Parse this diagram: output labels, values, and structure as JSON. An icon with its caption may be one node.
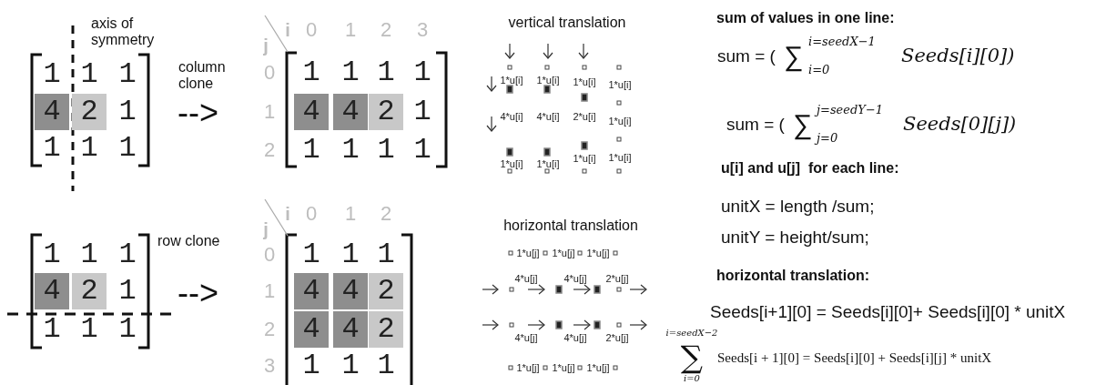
{
  "diagram": {
    "labels": [
      "axis of symmetry",
      "column clone",
      "1",
      "1",
      "1",
      "4",
      "2",
      "1",
      "1",
      "1",
      "1",
      "-->",
      "i",
      "0",
      "1",
      "2",
      "3",
      "j",
      "0",
      "1",
      "1",
      "1",
      "1",
      "1",
      "4",
      "4",
      "2",
      "1",
      "2",
      "1",
      "1",
      "1",
      "1",
      "row clone",
      "1",
      "1",
      "1",
      "4",
      "2",
      "1",
      "1",
      "1",
      "1",
      "-->",
      "i",
      "0",
      "1",
      "2",
      "j",
      "0",
      "1",
      "1",
      "1",
      "1",
      "4",
      "4",
      "2",
      "2",
      "4",
      "4",
      "2",
      "3",
      "1",
      "1",
      "1",
      "vertical translation",
      "1*u[i]",
      "1*u[i]",
      "1*u[i]",
      "1*u[i]",
      "4*u[i]",
      "4*u[i]",
      "2*u[i]",
      "1*u[i]",
      "1*u[i]",
      "1*u[i]",
      "1*u[i]",
      "1*u[i]",
      "horizontal translation",
      "1*u[j]",
      "1*u[j]",
      "1*u[j]",
      "4*u[j]",
      "4*u[j]",
      "2*u[j]",
      "4*u[j]",
      "4*u[j]",
      "2*u[j]",
      "1*u[j]",
      "1*u[j]",
      "1*u[j]",
      "sum of values in one line:",
      "sum = (",
      "∑",
      "i=seedX−1",
      "i=0",
      "Seeds[i][0])",
      "sum = (",
      "∑",
      "j=seedY−1",
      "j=0",
      "Seeds[0][j])",
      "u[i] and u[j]  for each line:",
      "unitX = length /sum;",
      "unitY = height/sum;",
      "horizontal translation:",
      "Seeds[i+1][0] = Seeds[i][0]+ Seeds[i][0] * unitX",
      "i=seedX−2",
      "∑",
      "i=0",
      "Seeds[i + 1][0] = Seeds[i][0] + Seeds[i][j] * unitX"
    ]
  }
}
